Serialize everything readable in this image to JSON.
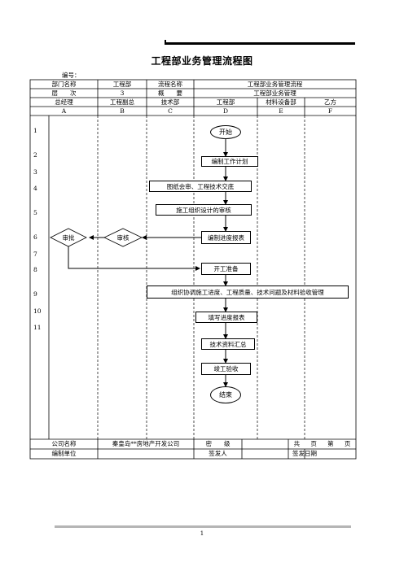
{
  "title": "工程部业务管理流程图",
  "doc_no_label": "编号：",
  "header": {
    "dept_label": "部门名称",
    "dept_value": "工程部",
    "flow_label": "流程名称",
    "flow_value": "工程部业务管理流程",
    "level_label": "层　　次",
    "level_value": "3",
    "summary_label": "概　　要",
    "summary_value": "工程部业务管理"
  },
  "roles": [
    "总经理",
    "工程副总",
    "技术部",
    "工程部",
    "材料设备部",
    "乙方"
  ],
  "columns": [
    "A",
    "B",
    "C",
    "D",
    "E",
    "F"
  ],
  "row_numbers": [
    "1",
    "2",
    "3",
    "4",
    "5",
    "6",
    "7",
    "8",
    "9",
    "10",
    "11"
  ],
  "flow": {
    "start": "开始",
    "plan": "编制工作计划",
    "review_drawings": "图纸会审、工程技术交底",
    "construction_design": "施工组织设计的审核",
    "progress_report": "编制进度报表",
    "approve_gm": "审批",
    "approve_vp": "审核",
    "prepare": "开工准备",
    "coordinate": "组织协调施工进度、工程质量、技术问题及材料验收管理",
    "fill_report": "填写进度报表",
    "tech_summary": "技术资料汇总",
    "acceptance": "竣工验收",
    "end": "结束"
  },
  "footer": {
    "company_label": "公司名称",
    "company_value": "秦皇岛**房地产开发公司",
    "secret_label": "密　　级",
    "pages_total": "共",
    "pages_unit1": "页",
    "pages_no": "第",
    "pages_unit2": "页",
    "editor_label": "编制单位",
    "issuer_label": "签发人",
    "issue_date_label": "签发日期"
  },
  "page_number": "1"
}
